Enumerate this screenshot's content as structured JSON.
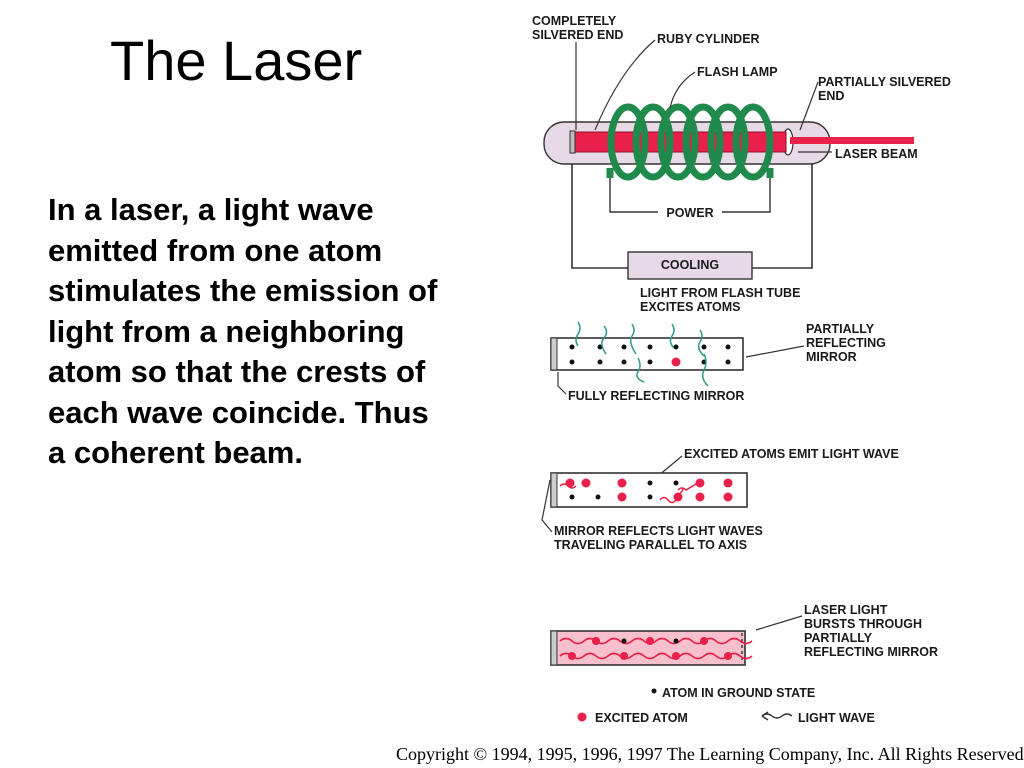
{
  "slide": {
    "title": "The Laser",
    "body": "In a laser, a light wave emitted from one atom stimulates the emission of light from a neighboring atom so that the crests of each wave coincide. Thus a coherent beam."
  },
  "diagram": {
    "labels": {
      "completely_silvered_end_1": "COMPLETELY",
      "completely_silvered_end_2": "SILVERED END",
      "ruby_cylinder": "RUBY CYLINDER",
      "flash_lamp": "FLASH LAMP",
      "partially_silvered_end_1": "PARTIALLY SILVERED",
      "partially_silvered_end_2": "END",
      "laser_beam": "LASER BEAM",
      "power": "POWER",
      "cooling": "COOLING",
      "light_from_flash_1": "LIGHT FROM FLASH TUBE",
      "light_from_flash_2": "EXCITES ATOMS",
      "partially_reflecting_mirror_1": "PARTIALLY",
      "partially_reflecting_mirror_2": "REFLECTING",
      "partially_reflecting_mirror_3": "MIRROR",
      "fully_reflecting_mirror": "FULLY REFLECTING MIRROR",
      "excited_atoms_emit": "EXCITED ATOMS EMIT LIGHT WAVE",
      "mirror_reflects_1": "MIRROR REFLECTS LIGHT WAVES",
      "mirror_reflects_2": "TRAVELING PARALLEL TO AXIS",
      "laser_light_1": "LASER LIGHT",
      "laser_light_2": "BURSTS THROUGH",
      "laser_light_3": "PARTIALLY",
      "laser_light_4": "REFLECTING MIRROR"
    },
    "legend": {
      "ground_state": "ATOM IN GROUND STATE",
      "excited_atom": "EXCITED ATOM",
      "light_wave": "LIGHT WAVE"
    },
    "colors": {
      "ruby": "#e8204a",
      "lamp": "#1f8a4c",
      "excited": "#e8204a",
      "ground": "#111111",
      "wave": "#2f9a8a",
      "tube": "#e8d9e6"
    }
  },
  "copyright": "Copyright © 1994, 1995, 1996, 1997 The Learning Company, Inc. All Rights Reserved"
}
